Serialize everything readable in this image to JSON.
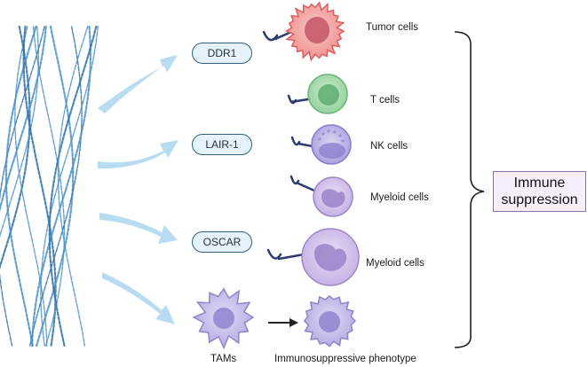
{
  "receptors": [
    {
      "label": "DDR1"
    },
    {
      "label": "LAIR-1"
    },
    {
      "label": "OSCAR"
    }
  ],
  "cells": [
    {
      "label": "Tumor cells"
    },
    {
      "label": "T cells"
    },
    {
      "label": "NK cells"
    },
    {
      "label": "Myeloid cells"
    },
    {
      "label": "Myeloid cells"
    }
  ],
  "bottom": {
    "left_label": "TAMs",
    "right_label": "Immunosuppressive phenotype"
  },
  "outcome": {
    "line1": "Immune",
    "line2": "suppression"
  },
  "colors": {
    "fiber": "#4a90c8",
    "arrow": "#b7dcf2",
    "receptor_border": "#2f5f82",
    "receptor_fill": "#e6f2f9",
    "tumor": "#f19a9a",
    "tcell": "#9fd7a6",
    "nk": "#b9aee0",
    "myeloid": "#cdbde8",
    "outcome_border": "#8e6bb0"
  }
}
